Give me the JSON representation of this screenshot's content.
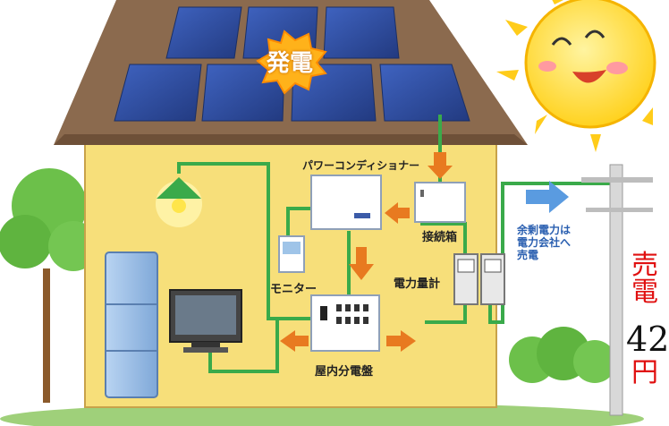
{
  "labels": {
    "hatsuden": "発電",
    "power_conditioner": "パワーコンディショナー",
    "junction_box": "接続箱",
    "monitor": "モニター",
    "meter": "電力量計",
    "distribution_board": "屋内分電盤",
    "surplus_note": "余剰電力は\n電力会社へ\n売電"
  },
  "cropped_text": {
    "line1": "売",
    "line2": "電",
    "line3": "42",
    "line4": "円"
  },
  "colors": {
    "wire": "#3aaa4a",
    "flow_arrow": "#e87a20",
    "export_arrow": "#5a9be0",
    "house_wall": "#f7df7a",
    "roof": "#8b6a4e",
    "panel": "#2d4a9a",
    "highlight_red": "#e01010"
  },
  "icons": [
    "sun-icon",
    "lamp-icon",
    "refrigerator-icon",
    "television-icon",
    "utility-pole-icon",
    "tree-icon"
  ]
}
